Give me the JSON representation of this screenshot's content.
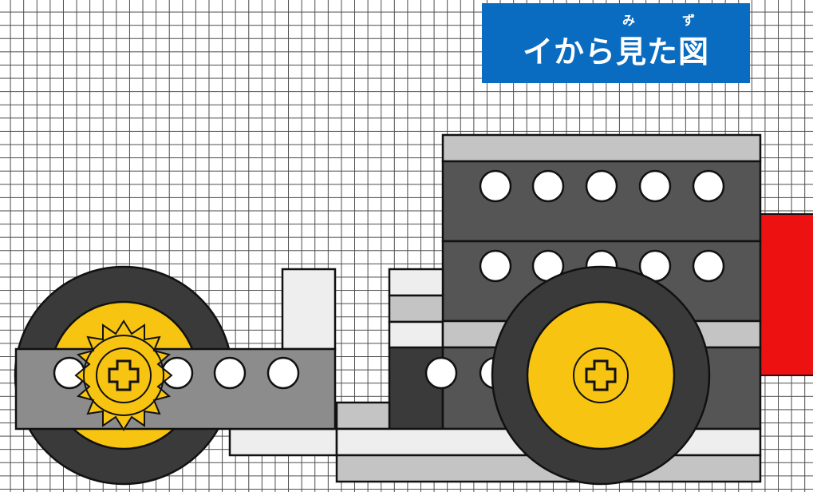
{
  "title": {
    "text": "イから見た図",
    "ruby_mi": "み",
    "ruby_zu": "ず"
  },
  "colors": {
    "banner": "#0a6cc0",
    "frame_dark": "#555555",
    "frame_mid": "#8c8c8c",
    "frame_light": "#c4c4c4",
    "frame_pale": "#eeeeee",
    "tire": "#3a3a3a",
    "hub": "#f7c411",
    "hole": "#ffffff",
    "accent_red": "#ee1111"
  }
}
